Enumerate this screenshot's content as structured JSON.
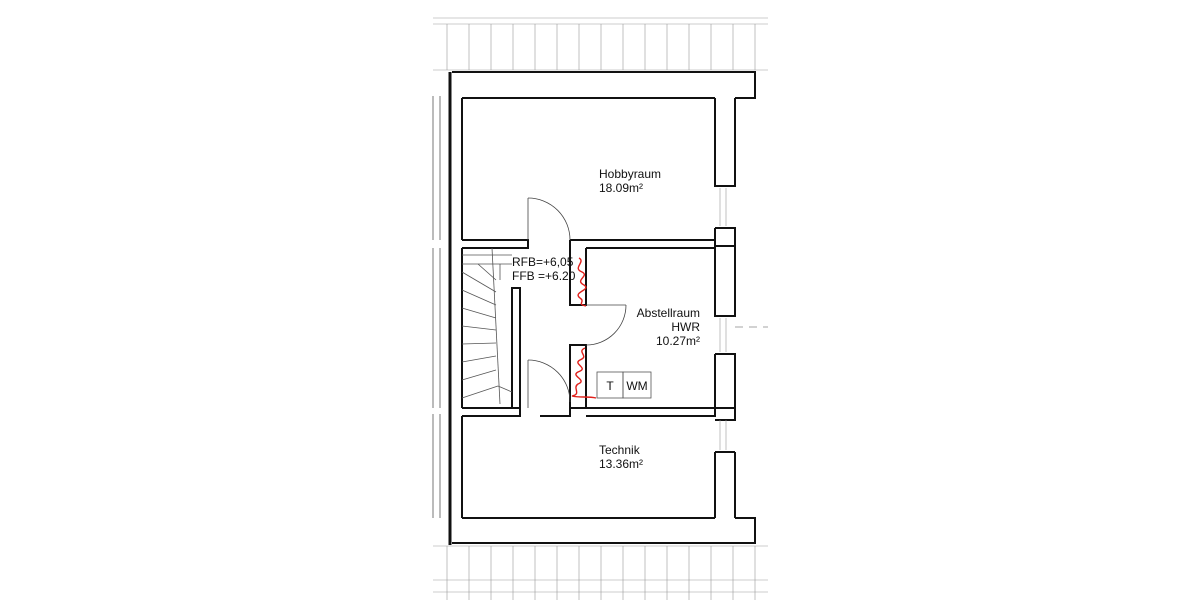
{
  "rooms": {
    "hobbyraum": {
      "name": "Hobbyraum",
      "area": "18.09m²"
    },
    "abstellraum": {
      "name": "Abstellraum",
      "subname": "HWR",
      "area": "10.27m²"
    },
    "technik": {
      "name": "Technik",
      "area": "13.36m²"
    }
  },
  "levels": {
    "rfb": "RFB=+6,05",
    "ffb": "FFB =+6.20"
  },
  "appliances": {
    "dryer": "T",
    "washer": "WM"
  },
  "colors": {
    "wall": "#111111",
    "markup": "#e0201b"
  }
}
